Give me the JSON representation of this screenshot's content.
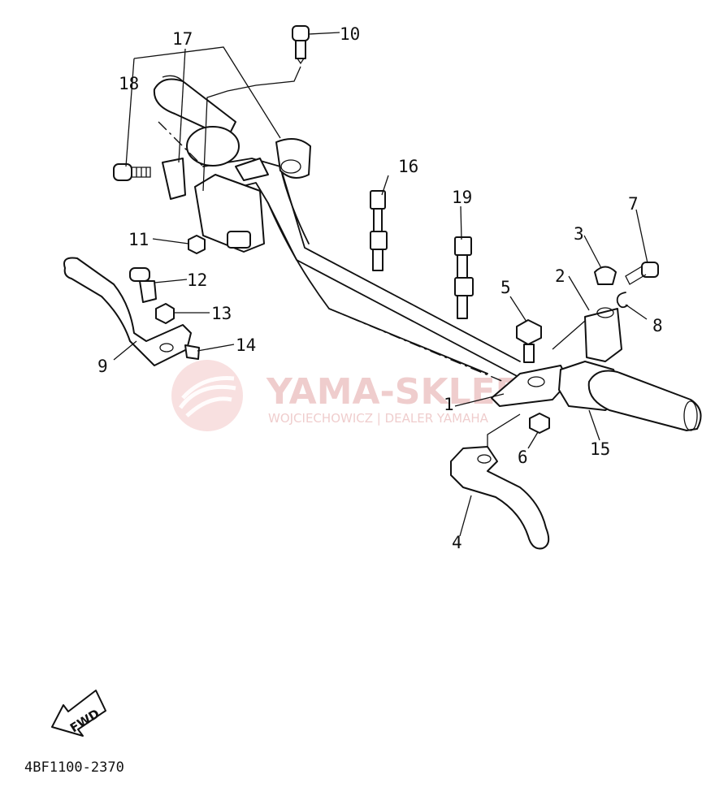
{
  "diagram_code": "4BF1100-2370",
  "fwd_label": "FWD",
  "watermark": {
    "brand": "YAMA-SKLEP",
    "subtitle": "WOJCIECHOWICZ | DEALER YAMAHA"
  },
  "part_labels": [
    "1",
    "2",
    "3",
    "4",
    "5",
    "6",
    "7",
    "8",
    "9",
    "10",
    "11",
    "12",
    "13",
    "14",
    "15",
    "16",
    "17",
    "18",
    "19"
  ]
}
